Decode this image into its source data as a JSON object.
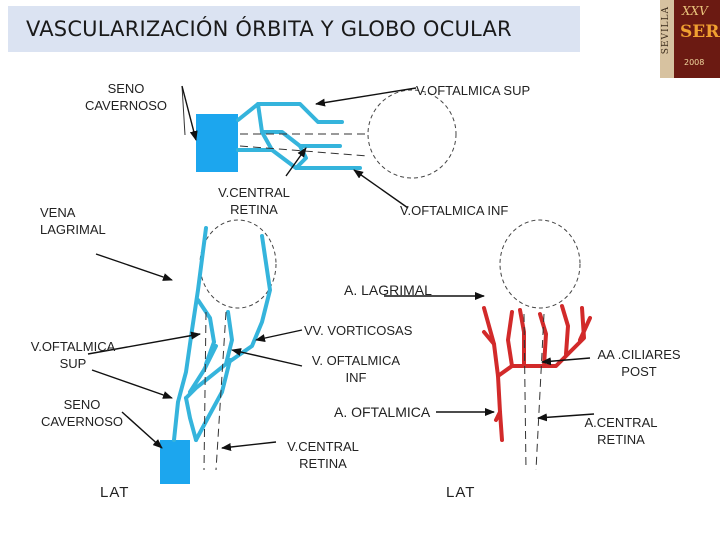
{
  "title": "VASCULARIZACIÓN ÓRBITA Y GLOBO OCULAR",
  "logo": {
    "top_text": "XXV",
    "main_text": "SERAM",
    "year": "2008",
    "vertical_text": "SEVILLA"
  },
  "labels": {
    "seno_cavernoso_top": "SENO CAVERNOSO",
    "v_oftalmica_sup_top": "V.OFTALMICA SUP",
    "v_central_retina_top": "V.CENTRAL RETINA",
    "v_oftalmica_inf_top": "V.OFTALMICA INF",
    "vena_lagrimal": "VENA LAGRIMAL",
    "a_lagrimal": "A. LAGRIMAL",
    "vv_vorticosas": "VV. VORTICOSAS",
    "v_oftalmica_sup_bottom": "V.OFTALMICA SUP",
    "v_oftalmica_inf_bottom": "V. OFTALMICA INF",
    "aa_ciliares_post": "AA .CILIARES POST",
    "seno_cavernoso_bottom": "SENO CAVERNOSO",
    "a_oftalmica": "A. OFTALMICA",
    "a_central_retina": "A.CENTRAL RETINA",
    "v_central_retina_bottom": "V.CENTRAL RETINA",
    "lat_left": "LAT",
    "lat_right": "LAT"
  },
  "colors": {
    "vein": "#35b4dc",
    "sinus": "#1ca6ee",
    "artery": "#d22a2a",
    "title_bar": "#dbe3f2"
  }
}
